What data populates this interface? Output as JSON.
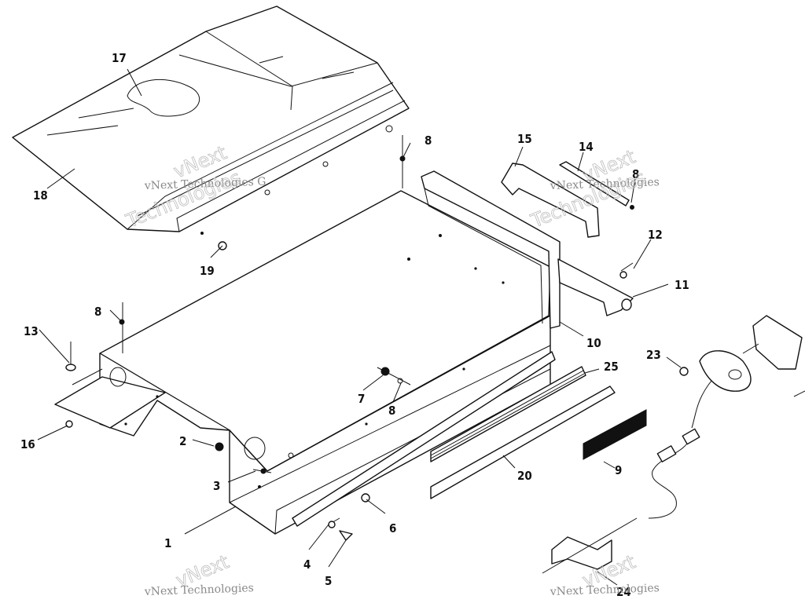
{
  "diagram": {
    "callouts": [
      "1",
      "2",
      "3",
      "4",
      "5",
      "6",
      "7",
      "8",
      "8",
      "8",
      "8",
      "9",
      "10",
      "11",
      "12",
      "13",
      "14",
      "15",
      "16",
      "17",
      "18",
      "19",
      "20",
      "23",
      "24",
      "25"
    ],
    "watermarks": {
      "brand": "vNext",
      "company": "vNext Technologies",
      "company_short": "vNext Technologies G",
      "big": "Technologies"
    }
  }
}
